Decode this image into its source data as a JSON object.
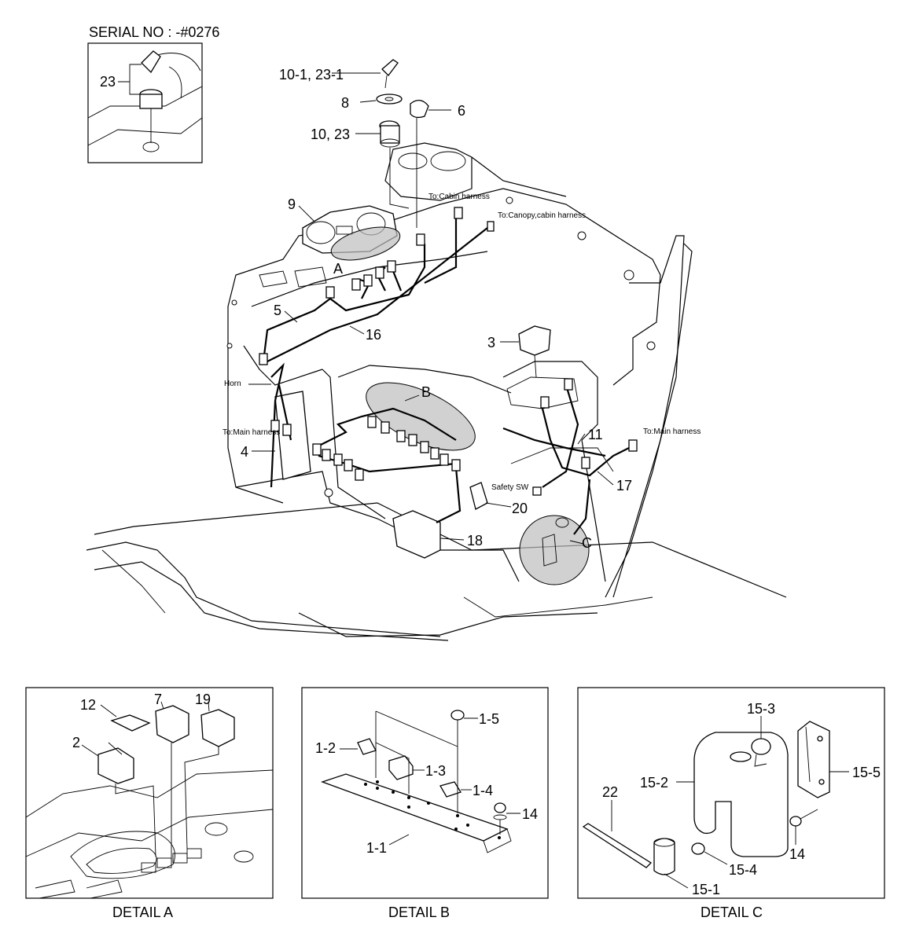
{
  "serial": "SERIAL NO : -#0276",
  "callouts": {
    "c23": "23",
    "c10_1": "10-1, 23-1",
    "c8": "8",
    "c6": "6",
    "c10_23": "10, 23",
    "c9": "9",
    "c5": "5",
    "cA": "A",
    "c16": "16",
    "c3": "3",
    "cB": "B",
    "c4": "4",
    "c11": "11",
    "c17": "17",
    "c20": "20",
    "c18": "18",
    "cC": "C"
  },
  "notes": {
    "cabin": "To:Cabin harness",
    "canopy": "To:Canopy,cabin harness",
    "horn": "Horn",
    "main_left": "To:Main harness",
    "main_right": "To:Main harness",
    "safety": "Safety SW"
  },
  "detail_a": {
    "caption": "DETAIL A",
    "labels": {
      "p12": "12",
      "p7": "7",
      "p19": "19",
      "p2": "2"
    }
  },
  "detail_b": {
    "caption": "DETAIL B",
    "labels": {
      "p1_5": "1-5",
      "p1_2": "1-2",
      "p1_3": "1-3",
      "p1_4": "1-4",
      "p14": "14",
      "p1_1": "1-1"
    }
  },
  "detail_c": {
    "caption": "DETAIL C",
    "labels": {
      "p15_3": "15-3",
      "p15_2": "15-2",
      "p15_5": "15-5",
      "p22": "22",
      "p14": "14",
      "p15_4": "15-4",
      "p15_1": "15-1"
    }
  }
}
